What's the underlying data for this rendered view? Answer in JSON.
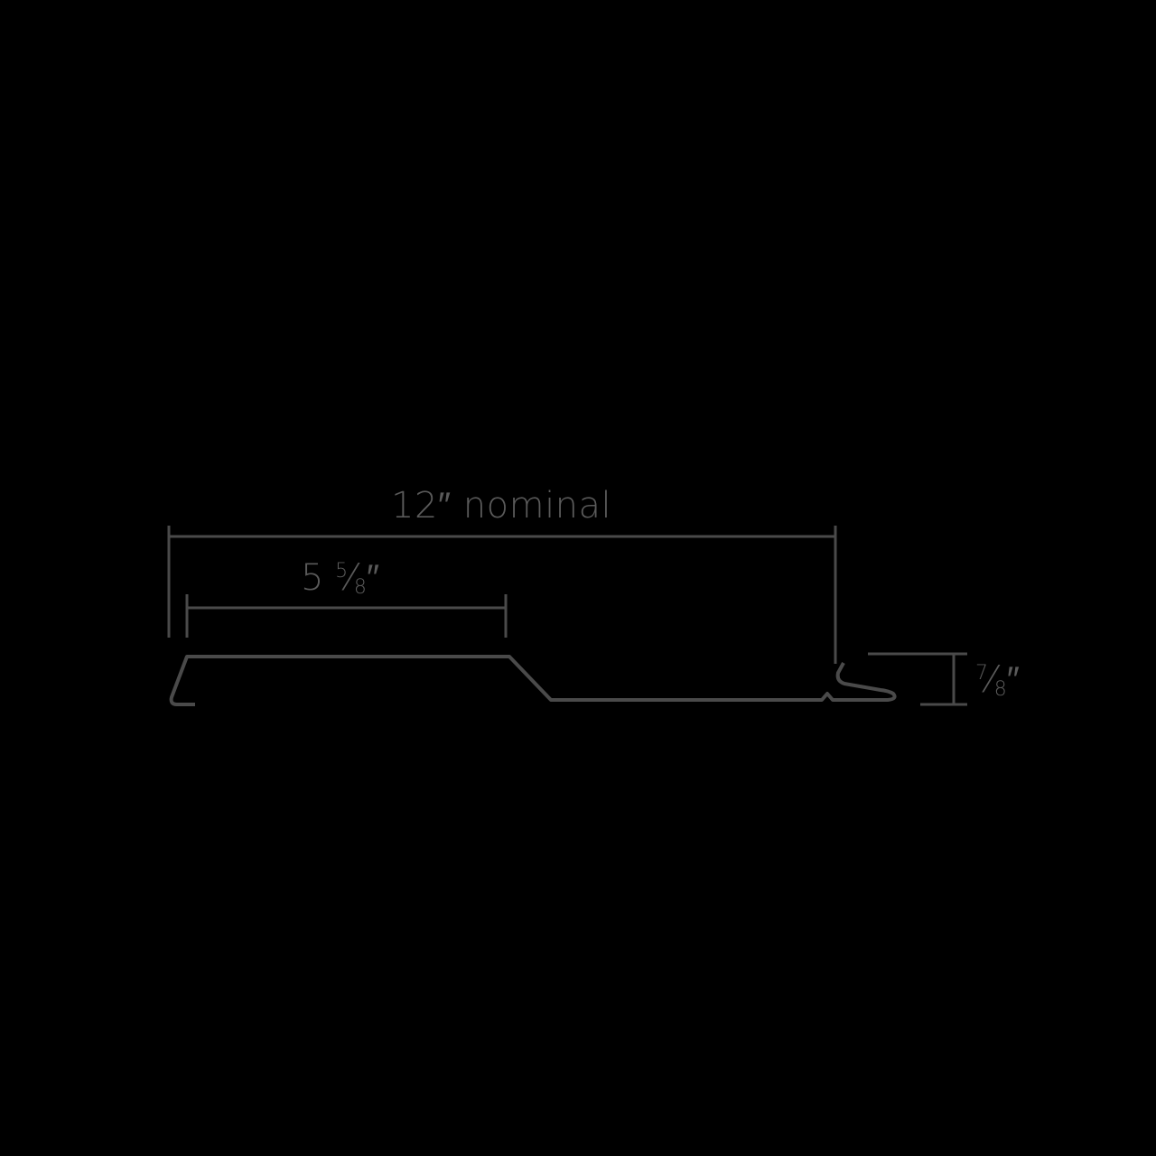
{
  "diagram": {
    "type": "panel-profile-cross-section",
    "colors": {
      "background": "#000000",
      "stroke": "#4a4a4a",
      "text": "#5a5a5a"
    },
    "dimensions": {
      "overall_width": {
        "value": "12",
        "unit": "″",
        "suffix": "nominal",
        "text": "12″ nominal"
      },
      "rib_width": {
        "whole": "5",
        "frac_num": "5",
        "frac_den": "8",
        "unit": "″",
        "text": "5 5⁄8″"
      },
      "height": {
        "frac_num": "7",
        "frac_den": "8",
        "unit": "″",
        "text": "7⁄8″"
      }
    }
  }
}
